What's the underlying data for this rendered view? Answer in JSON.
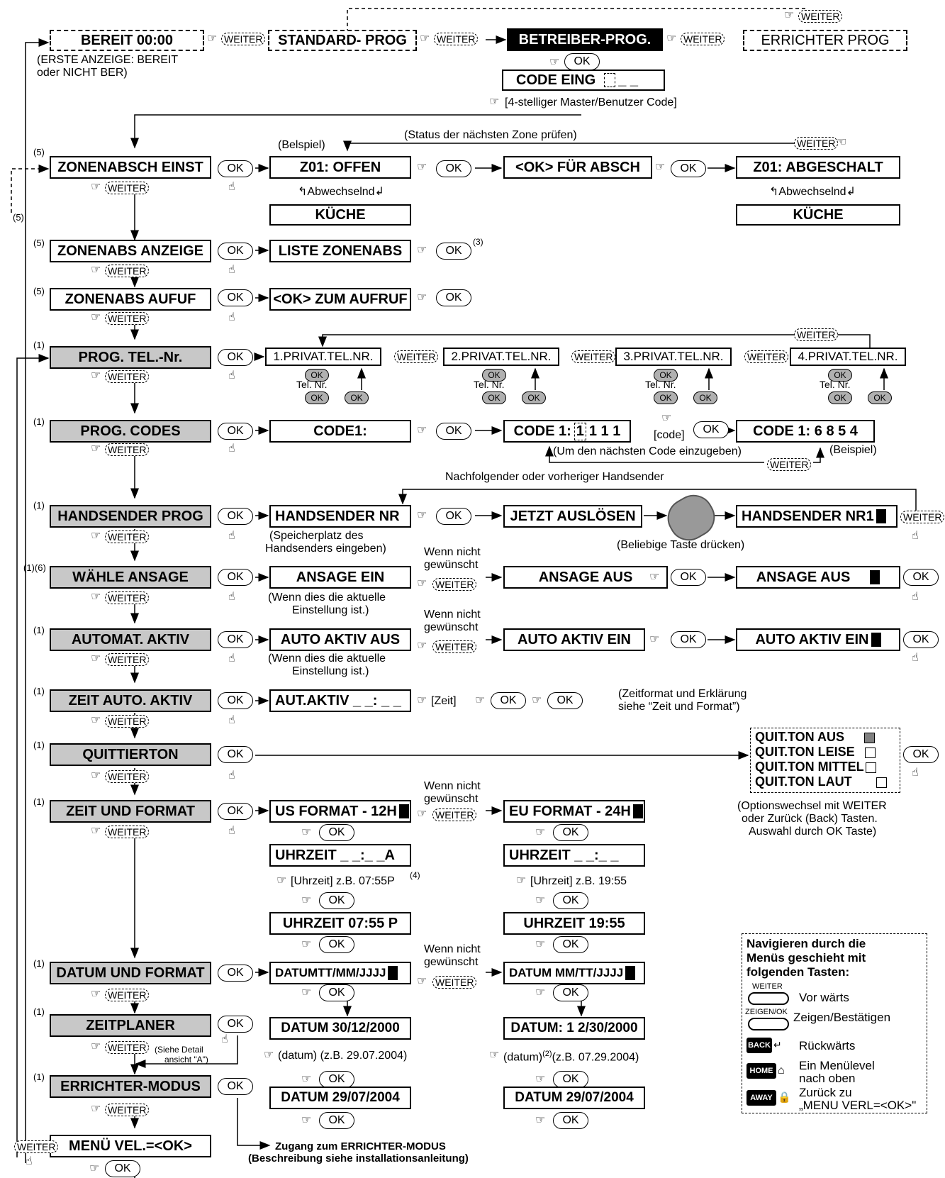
{
  "top": {
    "bereit": "BEREIT 00:00",
    "erste_anzeige": "(ERSTE ANZEIGE: BEREIT",
    "erste_anzeige2": "oder NICHT BER)",
    "standard": "STANDARD- PROG",
    "betreiber": "BETREIBER-PROG.",
    "errichter": "ERRICHTER PROG",
    "code_eing": "CODE EING",
    "code_hint": "[4-stelliger Master/Benutzer Code]"
  },
  "labels": {
    "weiter": "WEITER",
    "ok": "OK",
    "footnote1": "(1)",
    "footnote5": "(5)",
    "footnote16": "(1)(6)",
    "sup2": "(2)",
    "sup3": "(3)",
    "sup4": "(4)",
    "tel_nr": "Tel. Nr.",
    "wenn": "Wenn nicht",
    "gewuenscht": "gewünscht",
    "wenn_aktuell1": "(Wenn dies die aktuelle",
    "wenn_aktuell2": "Einstellung ist.)"
  },
  "zonen": {
    "menu": "ZONENABSCH EINST",
    "z01_offen": "Z01: OFFEN",
    "ok_abschalt": "<OK> FÜR ABSCH",
    "z01_abgeschalt": "Z01: ABGESCHALT",
    "kueche": "KÜCHE",
    "abwechselnd": "Abwechselnd",
    "beispiel": "(Belspiel)",
    "status": "(Status der nächsten Zone prüfen)"
  },
  "anzeige": {
    "menu": "ZONENABS ANZEIGE",
    "liste": "LISTE ZONENABS"
  },
  "aufruf": {
    "menu": "ZONENABS AUFUF",
    "text": "<OK> ZUM AUFRUF"
  },
  "tel": {
    "menu": "PROG. TEL.-Nr.",
    "items": [
      "1.PRIVAT.TEL.NR.",
      "2.PRIVAT.TEL.NR.",
      "3.PRIVAT.TEL.NR.",
      "4.PRIVAT.TEL.NR."
    ]
  },
  "codes": {
    "menu": "PROG. CODES",
    "code1": "CODE1:",
    "code1_edit_a": "CODE 1:",
    "code1_edit_b": "1 1 1",
    "code1_edit_first": "1",
    "code_label": "[code]",
    "code1_new": "CODE 1: 6 8 5 4",
    "next": "(Um den nächsten Code einzugeben)",
    "beispiel": "(Beispiel)"
  },
  "handsender": {
    "caption": "Nachfolgender oder vorheriger Handsender",
    "menu": "HANDSENDER PROG",
    "nr": "HANDSENDER NR",
    "jetzt": "JETZT AUSLÖSEN",
    "nr1": "HANDSENDER NR1",
    "speicher1": "(Speicherplatz des",
    "speicher2": "Handsenders eingeben)",
    "taste": "(Beliebige Taste drücken)"
  },
  "ansage": {
    "menu": "WÄHLE ANSAGE",
    "ein": "ANSAGE EIN",
    "aus": "ANSAGE AUS",
    "aus2": "ANSAGE AUS"
  },
  "auto": {
    "menu": "AUTOMAT. AKTIV",
    "aus": "AUTO AKTIV AUS",
    "ein": "AUTO AKTIV EIN",
    "ein2": "AUTO AKTIV EIN"
  },
  "zeitauto": {
    "menu": "ZEIT AUTO. AKTIV",
    "text": "AUT.AKTIV _ _: _ _",
    "zeit": "[Zeit]",
    "note1": "(Zeitformat und Erklärung",
    "note2": "siehe “Zeit und Format”)"
  },
  "quitt": {
    "menu": "QUITTIERTON",
    "options": [
      "QUIT.TON AUS",
      "QUIT.TON LEISE",
      "QUIT.TON MITTEL",
      "QUIT.TON LAUT"
    ],
    "note1": "(Optionswechsel mit WEITER",
    "note2": "oder Zurück (Back) Tasten.",
    "note3": "Auswahl durch OK Taste)"
  },
  "zeit": {
    "menu": "ZEIT UND FORMAT",
    "us": "US FORMAT - 12H",
    "eu": "EU FORMAT - 24H",
    "uhr_us": "UHRZEIT _ _:_ _A",
    "uhr_eu": "UHRZEIT _ _:_ _",
    "hint_us": "[Uhrzeit] z.B. 07:55P",
    "hint_eu": "[Uhrzeit] z.B. 19:55",
    "res_us": "UHRZEIT 07:55 P",
    "res_eu": "UHRZEIT 19:55"
  },
  "datum": {
    "menu": "DATUM UND FORMAT",
    "f1": "DATUMTT/MM/JJJJ",
    "f2": "DATUM MM/TT/JJJJ",
    "d1": "DATUM 30/12/2000",
    "d2": "DATUM: 1 2/30/2000",
    "hint1": "(datum)  (z.B. 29.07.2004)",
    "hint2_a": "(datum)",
    "hint2_b": "(z.B. 07.29.2004)",
    "r1": "DATUM 29/07/2004",
    "r2": "DATUM 29/07/2004"
  },
  "zeitplaner": {
    "menu": "ZEITPLANER",
    "siehe1": "(Siehe Detail",
    "siehe2": "ansicht \"A\")"
  },
  "errichter": {
    "menu": "ERRICHTER-MODUS",
    "zugang1": "Zugang zum ERRICHTER-MODUS",
    "zugang2": "(Beschreibung siehe installationsanleitung)"
  },
  "menu_vel": "MENÜ VEL.=<OK>",
  "legend": {
    "title1": "Navigieren durch die",
    "title2": "Menüs geschieht mit",
    "title3": "folgenden Tasten:",
    "weiter_key": "WEITER",
    "vor": "Vor wärts",
    "zeigen_key": "ZEIGEN/OK",
    "zeigen": "Zeigen/Bestätigen",
    "back_key": "BACK",
    "back": "Rückwärts",
    "home_key": "HOME",
    "home1": "Ein Menülevel",
    "home2": "nach oben",
    "away_key": "AWAY",
    "away1": "Zurück zu",
    "away2": "„MENU VERL=<OK>\""
  }
}
